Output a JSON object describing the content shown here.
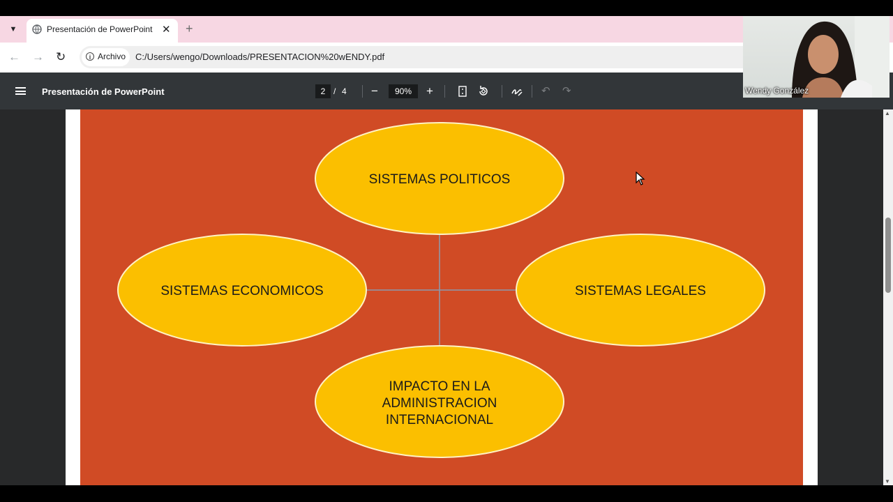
{
  "browser": {
    "tab": {
      "title": "Presentación de PowerPoint"
    },
    "address": {
      "chip_label": "Archivo",
      "url": "C:/Users/wengo/Downloads/PRESENTACION%20wENDY.pdf"
    }
  },
  "pdf_toolbar": {
    "title": "Presentación de PowerPoint",
    "current_page": "2",
    "page_separator": "/",
    "total_pages": "4",
    "zoom": "90%"
  },
  "slide": {
    "nodes": {
      "top": "SISTEMAS POLITICOS",
      "left": "SISTEMAS ECONOMICOS",
      "right": "SISTEMAS LEGALES",
      "bottom": [
        "IMPACTO EN LA",
        "ADMINISTRACION",
        "INTERNACIONAL"
      ]
    },
    "colors": {
      "background": "#d04b25",
      "node_fill": "#fbbf00",
      "node_stroke": "#fff2c4",
      "connector": "#8a9bb0"
    }
  },
  "webcam": {
    "name": "Wendy González"
  }
}
